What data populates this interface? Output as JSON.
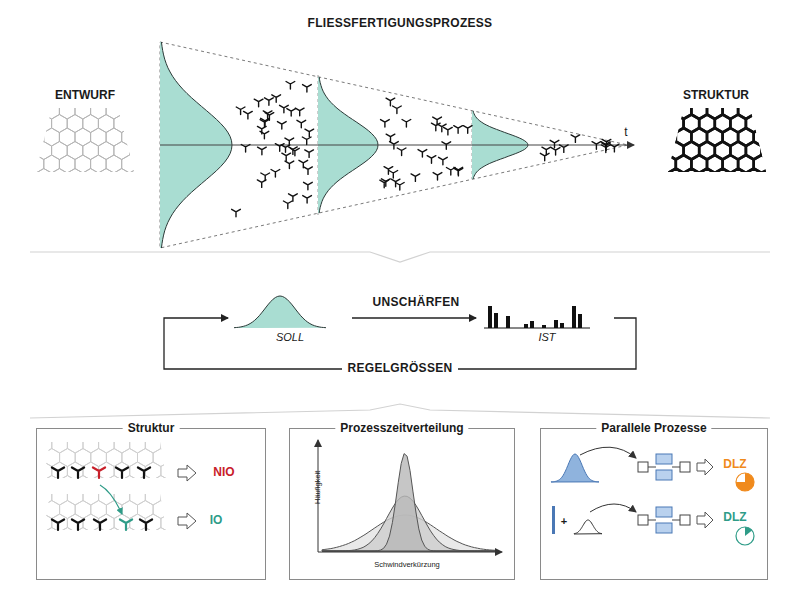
{
  "diagram": {
    "title": "FLIESSFERTIGUNGSPROZESS",
    "nodes": [
      {
        "text": [
          "SOLL"
        ]
      },
      {
        "text": [
          "IST"
        ]
      },
      {
        "text": [
          "Struktur"
        ]
      },
      {
        "text": [
          "Prozesszeitverteilung"
        ]
      },
      {
        "text": [
          "Parallele Prozesse"
        ]
      }
    ],
    "edges": [
      {
        "from": 0,
        "to": 1,
        "label": "UNSCHÄRFEN",
        "arrow": "to"
      },
      {
        "from": 1,
        "to": 0,
        "label": "REGELGRÖSSEN",
        "arrow": "to"
      }
    ],
    "labels": [
      "ENTWURF",
      "STRUKTUR",
      "t",
      "NIO",
      "IO",
      "Häufigkeit",
      "Schwindverkürzung",
      "+",
      "DLZ",
      "DLZ"
    ]
  }
}
